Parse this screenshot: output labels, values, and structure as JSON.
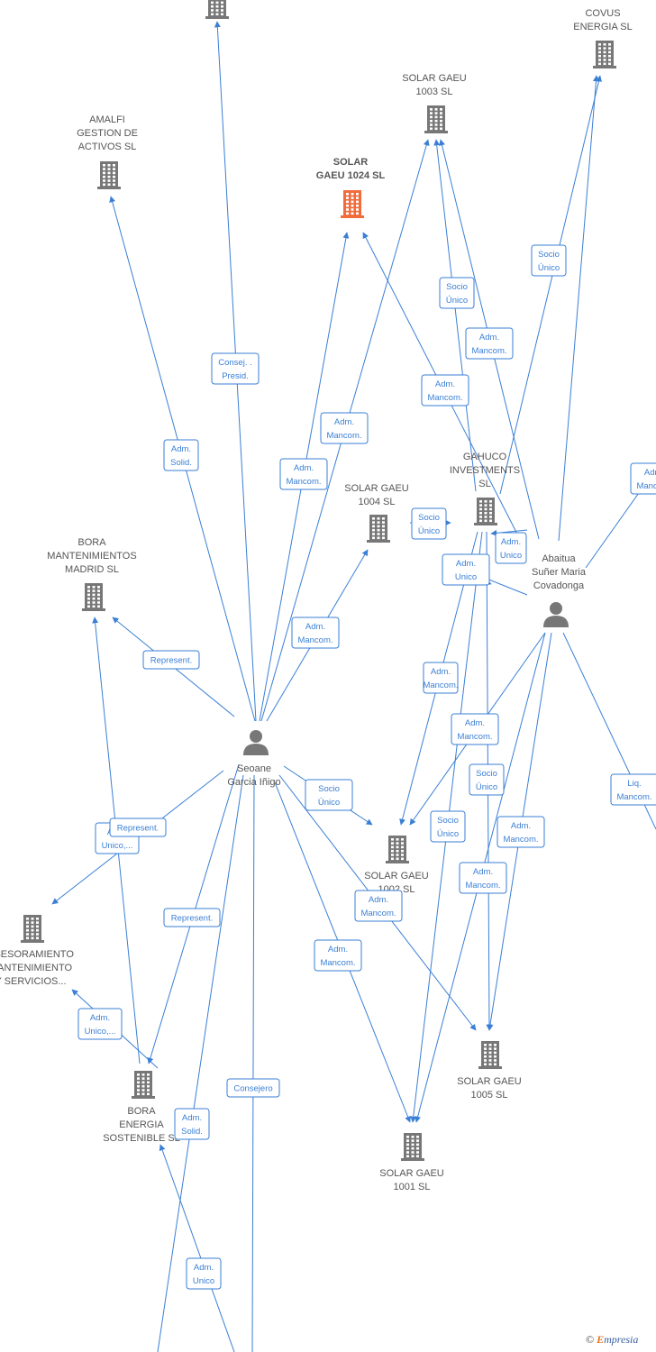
{
  "nodes": [
    {
      "id": "top_bldg",
      "type": "company",
      "label_lines": []
    },
    {
      "id": "covus",
      "type": "company",
      "label_lines": [
        "COVUS",
        "ENERGIA  SL"
      ]
    },
    {
      "id": "solar1003",
      "type": "company",
      "label_lines": [
        "SOLAR GAEU",
        "1003  SL"
      ]
    },
    {
      "id": "amalfi",
      "type": "company",
      "label_lines": [
        "AMALFI",
        "GESTION DE",
        "ACTIVOS  SL"
      ]
    },
    {
      "id": "solar1024",
      "type": "company",
      "focus": true,
      "label_lines": [
        "SOLAR",
        "GAEU 1024  SL"
      ]
    },
    {
      "id": "gahuco",
      "type": "company",
      "label_lines": [
        "GAHUCO",
        "INVESTMENTS",
        "SL"
      ]
    },
    {
      "id": "solar1004",
      "type": "company",
      "label_lines": [
        "SOLAR GAEU",
        "1004  SL"
      ]
    },
    {
      "id": "bora_mant",
      "type": "company",
      "label_lines": [
        "BORA",
        "MANTENIMIENTOS",
        "MADRID  SL"
      ]
    },
    {
      "id": "abaitua",
      "type": "person",
      "label_lines": [
        "Abaitua",
        "Suñer Maria",
        "Covadonga"
      ]
    },
    {
      "id": "seoane",
      "type": "person",
      "label_lines": [
        "Seoane",
        "Garcia Iñigo"
      ]
    },
    {
      "id": "solar1002",
      "type": "company",
      "label_lines": [
        "SOLAR GAEU",
        "1002  SL"
      ]
    },
    {
      "id": "asesoramiento",
      "type": "company",
      "label_lines": [
        "ASESORAMIENTO",
        "MANTENIMIENTO",
        "Y SERVICIOS..."
      ]
    },
    {
      "id": "solar1005",
      "type": "company",
      "label_lines": [
        "SOLAR GAEU",
        "1005  SL"
      ]
    },
    {
      "id": "bora_energia",
      "type": "company",
      "label_lines": [
        "BORA",
        "ENERGIA",
        "SOSTENIBLE  SL"
      ]
    },
    {
      "id": "solar1001",
      "type": "company",
      "label_lines": [
        "SOLAR GAEU",
        "1001  SL"
      ]
    }
  ],
  "relations": [
    {
      "lines": [
        "Consej. .",
        "Presid."
      ]
    },
    {
      "lines": [
        "Adm.",
        "Solid."
      ]
    },
    {
      "lines": [
        "Adm.",
        "Mancom."
      ]
    },
    {
      "lines": [
        "Adm.",
        "Mancom."
      ]
    },
    {
      "lines": [
        "Adm.",
        "Mancom."
      ]
    },
    {
      "lines": [
        "Represent."
      ]
    },
    {
      "lines": [
        "Socio",
        "Único"
      ]
    },
    {
      "lines": [
        "Adm.",
        "Mancom."
      ]
    },
    {
      "lines": [
        "Socio",
        "Único"
      ]
    },
    {
      "lines": [
        "Adm.",
        "Unico"
      ]
    },
    {
      "lines": [
        "Adm.",
        "Mancom."
      ]
    },
    {
      "lines": [
        "Socio",
        "Único"
      ]
    },
    {
      "lines": [
        "Adm.",
        "Unico"
      ]
    },
    {
      "lines": [
        "Adm.",
        "Mancom."
      ]
    },
    {
      "lines": [
        "Adm.",
        "Mancom."
      ]
    },
    {
      "lines": [
        "Socio",
        "Único"
      ]
    },
    {
      "lines": [
        "Adm.",
        "Mancom."
      ]
    },
    {
      "lines": [
        "Socio",
        "Único"
      ]
    },
    {
      "lines": [
        "Adm.",
        "Mancom."
      ]
    },
    {
      "lines": [
        "Socio",
        "Único"
      ]
    },
    {
      "lines": [
        "Adm.",
        "Mancom."
      ]
    },
    {
      "lines": [
        "Adm.",
        "Mancom."
      ]
    },
    {
      "lines": [
        "Liq.",
        "Mancom."
      ]
    },
    {
      "lines": [
        "Adm.",
        "Mancom."
      ]
    },
    {
      "lines": [
        "Adm.",
        "Mancom."
      ]
    },
    {
      "lines": [
        "Adm.",
        "Unico,..."
      ]
    },
    {
      "lines": [
        "Represent."
      ]
    },
    {
      "lines": [
        "Represent."
      ]
    },
    {
      "lines": [
        "Adm.",
        "Unico,..."
      ]
    },
    {
      "lines": [
        "Consejero"
      ]
    },
    {
      "lines": [
        "Adm.",
        "Solid."
      ]
    },
    {
      "lines": [
        "Adm.",
        "Unico"
      ]
    }
  ],
  "colors": {
    "edge": "#3a7fd5",
    "icon": "#777777",
    "focus_icon": "#f26b3a"
  },
  "copyright": {
    "symbol": "©",
    "brand_first": "E",
    "brand_rest": "mpresia"
  }
}
